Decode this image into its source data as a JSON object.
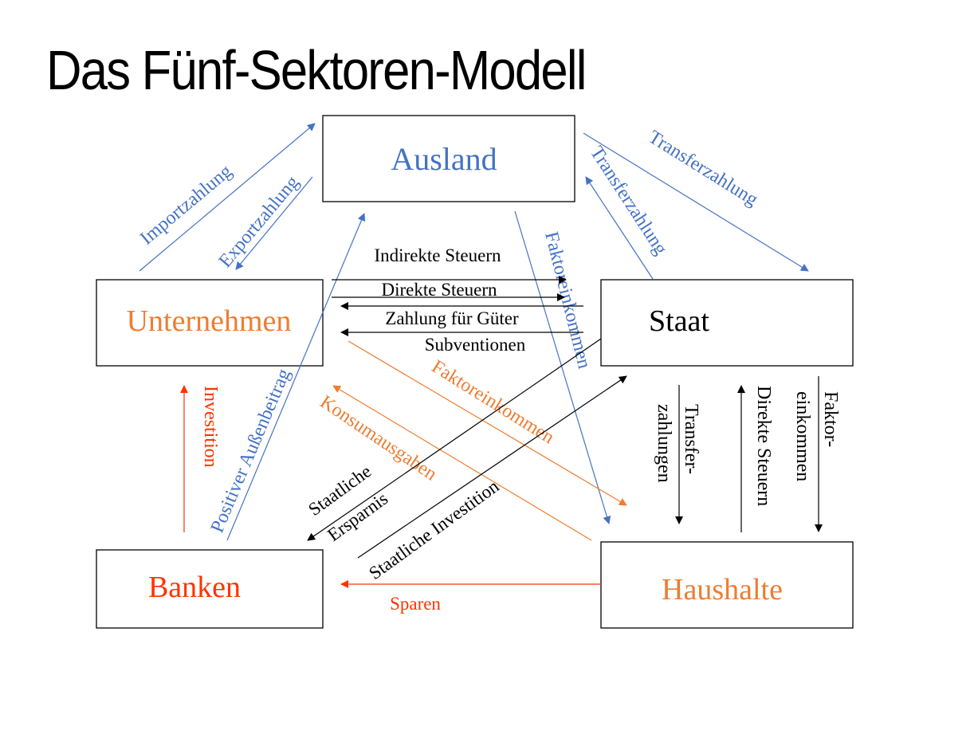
{
  "title": "Das Fünf-Sektoren-Modell",
  "colors": {
    "blue": "#4472C4",
    "orange": "#ED7D31",
    "red": "#FF3300",
    "black": "#000000"
  },
  "sectors": {
    "ausland": "Ausland",
    "unternehmen": "Unternehmen",
    "staat": "Staat",
    "banken": "Banken",
    "haushalte": "Haushalte"
  },
  "flows": {
    "importzahlung": "Importzahlung",
    "exportzahlung": "Exportzahlung",
    "transferzahlung_out": "Transferzahlung",
    "transferzahlung_in": "Transferzahlung",
    "faktoreinkommen_ausland": "Faktoreinkommen",
    "indirekte_steuern": "Indirekte Steuern",
    "direkte_steuern": "Direkte Steuern",
    "zahlung_fuer_gueter": "Zahlung für Güter",
    "subventionen": "Subventionen",
    "faktoreinkommen_haushalte": "Faktoreinkommen",
    "konsumausgaben": "Konsumausgaben",
    "staatliche_ersparnis_1": "Staatliche",
    "staatliche_ersparnis_2": "Ersparnis",
    "staatliche_investition": "Staatliche Investition",
    "positiver_aussenbeitrag": "Positiver Außenbeitrag",
    "investition": "Investition",
    "sparen": "Sparen",
    "transferzahlungen_1": "Transfer-",
    "transferzahlungen_2": "zahlungen",
    "direkte_steuern_hh": "Direkte Steuern",
    "faktoreinkommen_staat_1": "Faktor-",
    "faktoreinkommen_staat_2": "einkommen"
  }
}
